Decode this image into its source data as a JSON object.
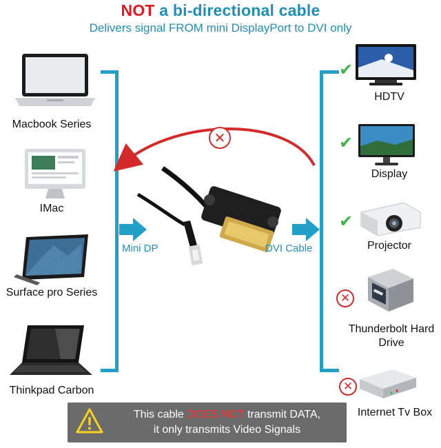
{
  "title": {
    "emphasis": "NOT",
    "rest": " a bi-directional cable"
  },
  "subtitle": "Delivers signal FROM mini DisplayPort to DVI only",
  "sources": [
    {
      "label": "Macbook Series",
      "icon": "laptop-icon"
    },
    {
      "label": "IMac",
      "icon": "imac-icon"
    },
    {
      "label": "Surface pro Series",
      "icon": "tablet-icon"
    },
    {
      "label": "Thinkpad Carbon",
      "icon": "laptop-icon"
    }
  ],
  "ports": {
    "input": "Mini DP",
    "output": "DVI Cable"
  },
  "targets": [
    {
      "label": "HDTV",
      "supported": true,
      "icon": "tv-icon"
    },
    {
      "label": "Display",
      "supported": true,
      "icon": "monitor-icon"
    },
    {
      "label": "Projector",
      "supported": true,
      "icon": "projector-icon"
    },
    {
      "label": "Thunderbolt Hard Drive",
      "supported": false,
      "icon": "hard-drive-icon"
    },
    {
      "label": "Internet Tv Box",
      "supported": false,
      "icon": "tv-box-icon"
    }
  ],
  "banner": {
    "pre": "This cable ",
    "highlight": "DOES NOT",
    "post": " transmit DATA,",
    "line2": "it only transmits Video Signals"
  },
  "colors": {
    "accent": "#22a0c8",
    "warning": "#e0171f",
    "check": "#3cb64a",
    "cross": "#d42a2a"
  }
}
